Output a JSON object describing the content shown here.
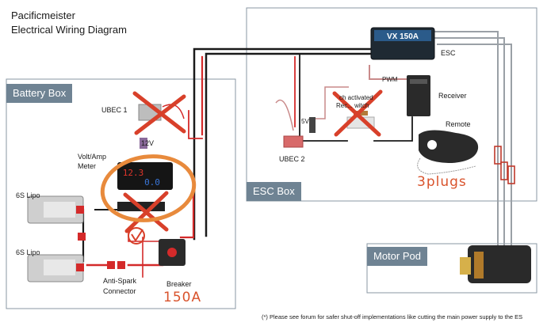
{
  "header": {
    "title_line1": "Pacificmeister",
    "title_line2": "Electrical Wiring Diagram"
  },
  "boxes": {
    "battery_box": "Battery Box",
    "esc_box": "ESC Box",
    "motor_pod": "Motor Pod"
  },
  "labels": {
    "ubec1": "UBEC 1",
    "v12": "12V",
    "volt_amp_meter_line1": "Volt/Amp",
    "volt_amp_meter_line2": "Meter",
    "lipo_top": "6S Lipo",
    "lipo_bottom": "6S Lipo",
    "anti_spark_line1": "Anti-Spark",
    "anti_spark_line2": "Connector",
    "breaker": "Breaker",
    "esc": "ESC",
    "pwm": "PWM",
    "receiver": "Receiver",
    "remote": "Remote",
    "v5": "5V",
    "ubec2": "UBEC 2",
    "switch_line1": "ch activated",
    "switch_line2": "Rec... witch",
    "esc_brand": "VX 150A"
  },
  "annotations": {
    "breaker_rating": "150A",
    "plugs": "3plugs"
  },
  "footnote": "(*) Please see forum for safer shut-off implementations like cutting the main power supply to the ES",
  "colors": {
    "wire_red": "#d42a2a",
    "wire_black": "#1a1a1a",
    "box_tab": "#6f8393",
    "annotation_orange": "#e88a3c",
    "annotation_red": "#d9532c",
    "cross_red": "#d8402a"
  }
}
